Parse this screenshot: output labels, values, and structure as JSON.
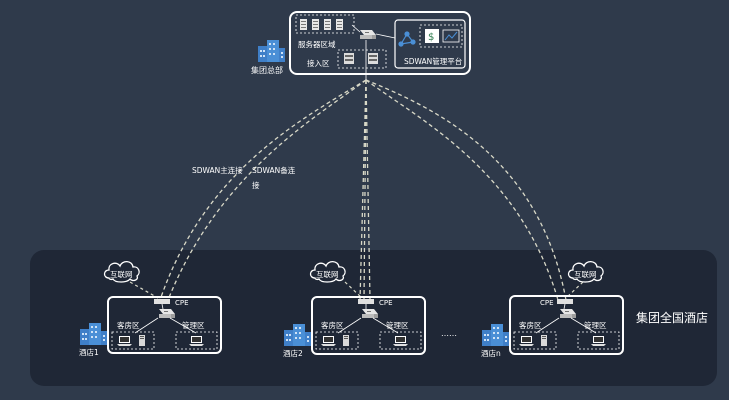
{
  "headquarters": {
    "label": "集团总部",
    "service_zone": "服务器区域",
    "access_zone": "接入区",
    "platform": "SDWAN管理平台"
  },
  "links": {
    "primary": "SDWAN主连接",
    "backup_line1": "SDWAN备连",
    "backup_line2": "接"
  },
  "region_label": "集团全国酒店",
  "ellipsis": "……",
  "hotels": [
    {
      "name": "酒店1",
      "internet": "互联网",
      "cpe": "CPE",
      "guest_zone": "客房区",
      "mgmt_zone": "管理区"
    },
    {
      "name": "酒店2",
      "internet": "互联网",
      "cpe": "CPE",
      "guest_zone": "客房区",
      "mgmt_zone": "管理区"
    },
    {
      "name": "酒店n",
      "internet": "互联网",
      "cpe": "CPE",
      "guest_zone": "客房区",
      "mgmt_zone": "管理区"
    }
  ],
  "colors": {
    "background": "#2f3a4b",
    "region_panel": "#1f2736",
    "box_stroke": "#ffffff",
    "link_stroke": "#d9d9c8",
    "building": "#4a8fd6"
  }
}
